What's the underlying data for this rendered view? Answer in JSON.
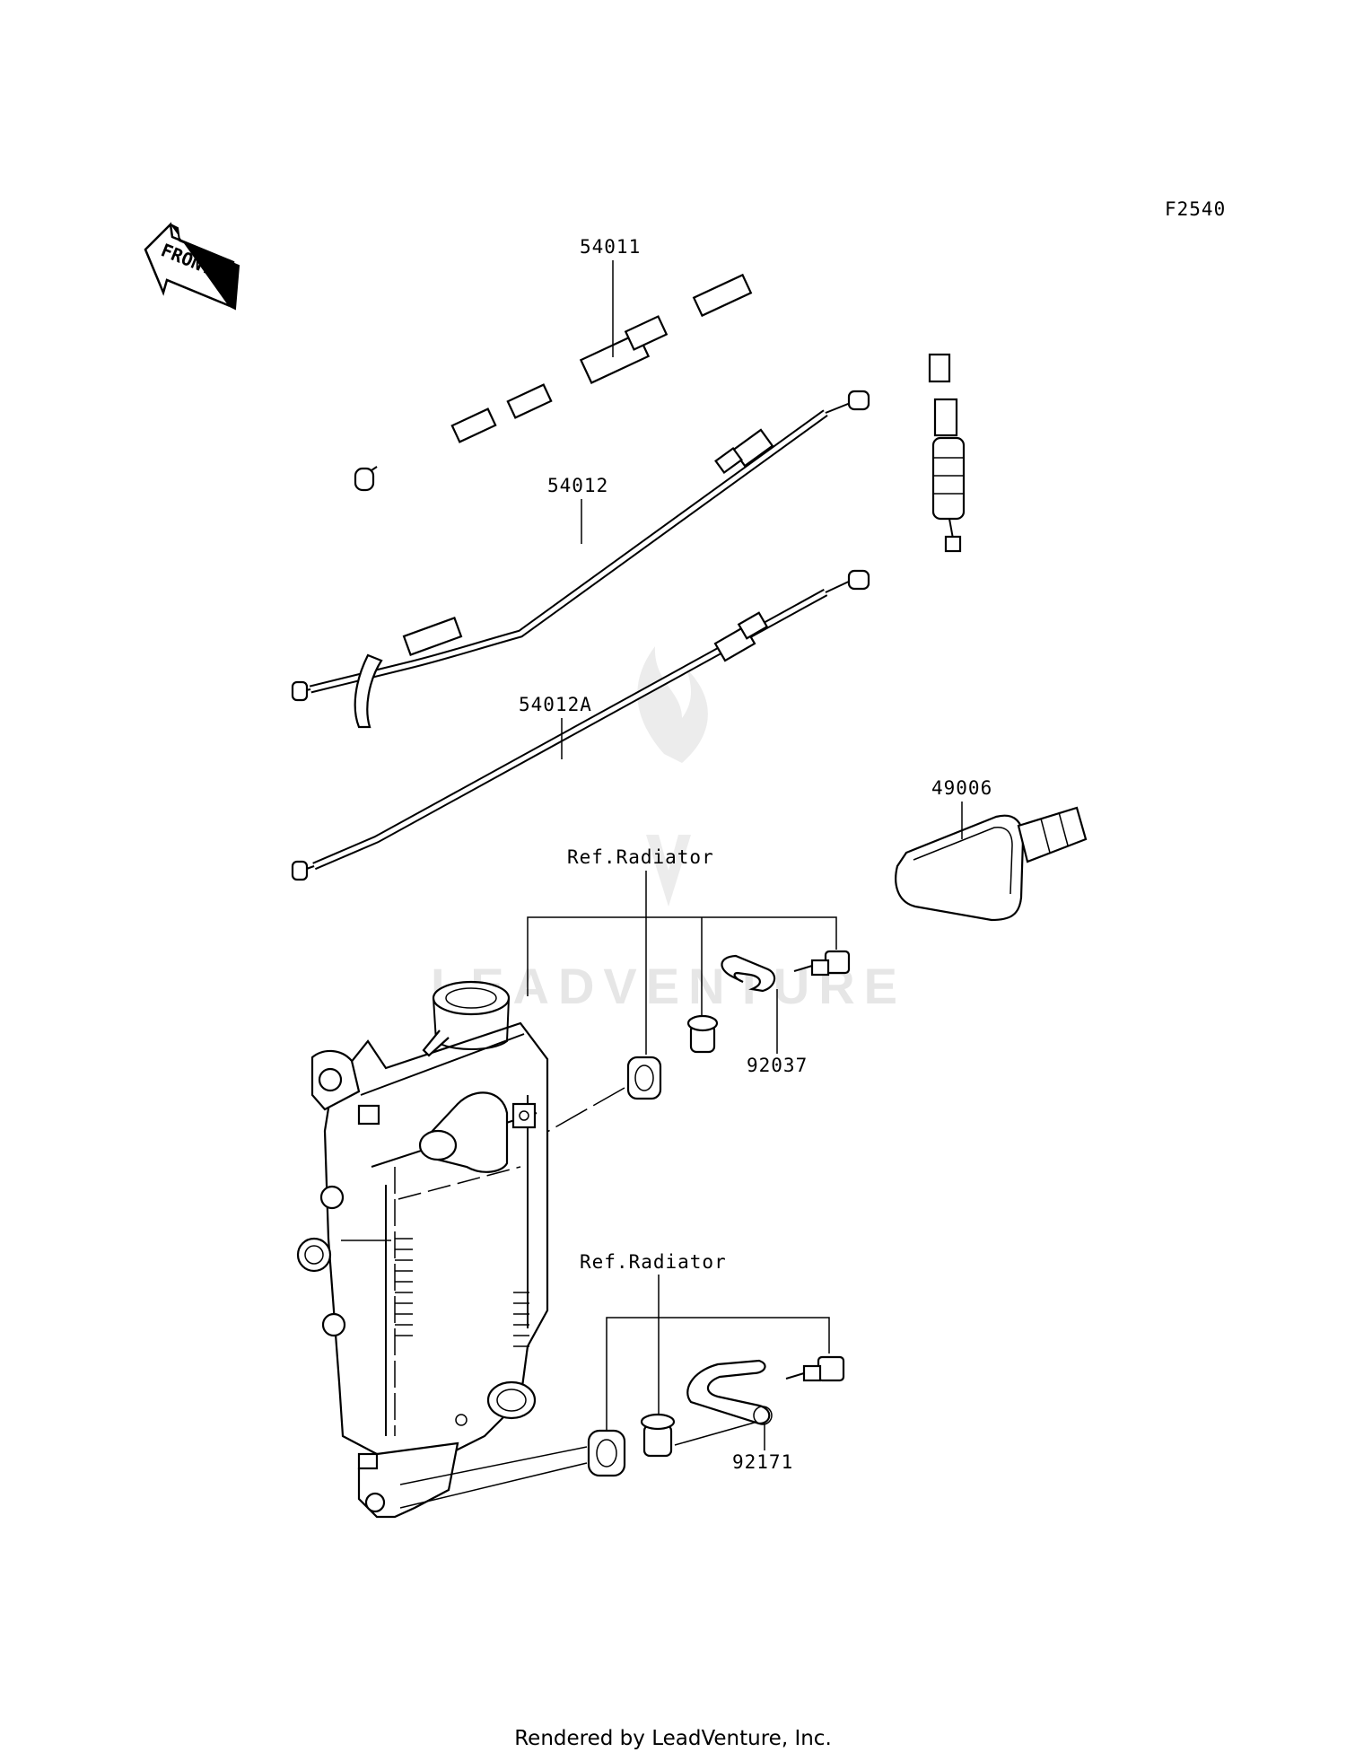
{
  "diagram": {
    "figure_code": "F2540",
    "front_arrow": "FRONT",
    "parts": {
      "p54011": "54011",
      "p54012": "54012",
      "p54012A": "54012A",
      "p49006": "49006",
      "p92037": "92037",
      "p92171": "92171"
    },
    "references": {
      "upper": "Ref.Radiator",
      "lower": "Ref.Radiator"
    },
    "watermark": "LEADVENTURE"
  },
  "footer": {
    "credit": "Rendered by LeadVenture, Inc."
  }
}
